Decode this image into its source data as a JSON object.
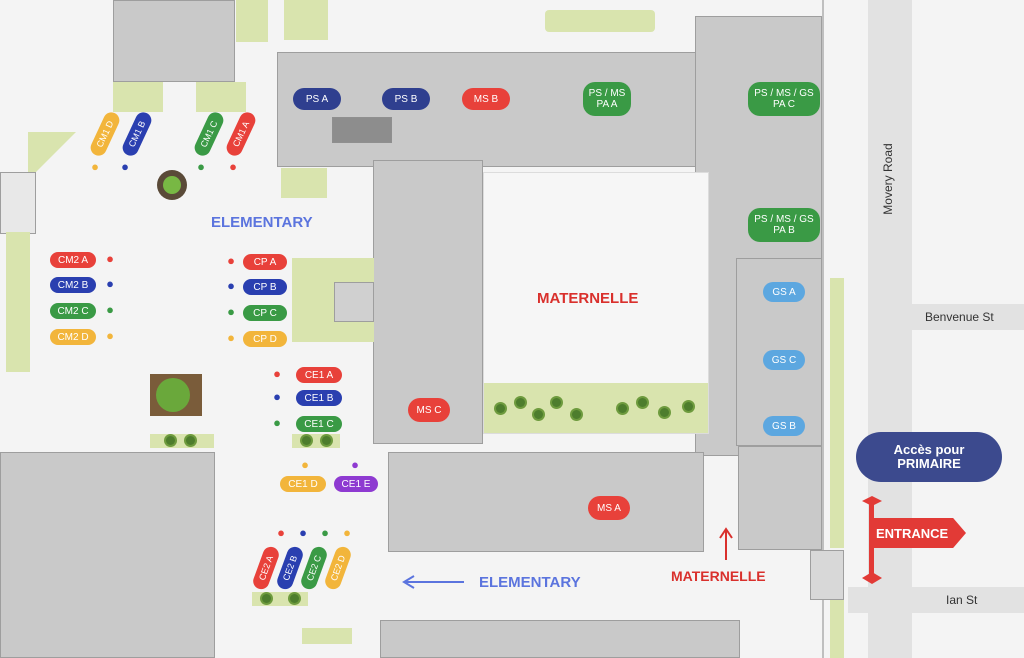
{
  "streets": {
    "movery": "Movery Road",
    "benvenue": "Benvenue St",
    "ian": "Ian St"
  },
  "zones": {
    "elementary_top": "ELEMENTARY",
    "maternelle_center": "MATERNELLE",
    "elementary_arrow": "ELEMENTARY",
    "maternelle_arrow": "MATERNELLE"
  },
  "primary_access": {
    "line1": "Accès pour",
    "line2": "PRIMAIRE"
  },
  "entrance": "ENTRANCE",
  "rooms": {
    "ps_a": "PS A",
    "ps_b": "PS B",
    "ms_b": "MS B",
    "ps_ms_pa_a_1": "PS / MS",
    "ps_ms_pa_a_2": "PA A",
    "ps_ms_gs_pa_c_1": "PS / MS / GS",
    "ps_ms_gs_pa_c_2": "PA C",
    "ps_ms_gs_pa_b_1": "PS / MS / GS",
    "ps_ms_gs_pa_b_2": "PA B",
    "gs_a": "GS A",
    "gs_c": "GS C",
    "gs_b": "GS B",
    "ms_c": "MS C",
    "ms_a": "MS A"
  },
  "classes": {
    "cm2_a": "CM2 A",
    "cm2_b": "CM2 B",
    "cm2_c": "CM2 C",
    "cm2_d": "CM2 D",
    "cp_a": "CP A",
    "cp_b": "CP B",
    "cp_c": "CP C",
    "cp_d": "CP D",
    "ce1_a": "CE1 A",
    "ce1_b": "CE1 B",
    "ce1_c": "CE1 C",
    "ce1_d": "CE1 D",
    "ce1_e": "CE1 E",
    "cm1_d": "CM1 D",
    "cm1_b": "CM1 B",
    "cm1_c": "CM1 C",
    "cm1_a": "CM1 A",
    "ce2_a": "CE2 A",
    "ce2_b": "CE2 B",
    "ce2_c": "CE2 C",
    "ce2_d": "CE2 D"
  },
  "colors": {
    "navy": "#2f3f8f",
    "red": "#e8413a",
    "green": "#3a9a45",
    "light_blue": "#5ca7e0",
    "blue": "#2a3fb0",
    "yellow": "#f2b53b",
    "purple": "#8e3ad1",
    "elementary_text": "#5b74de",
    "maternelle_text": "#d9302c",
    "access_button": "#3c4a8e",
    "entrance_sign": "#e23a36"
  }
}
